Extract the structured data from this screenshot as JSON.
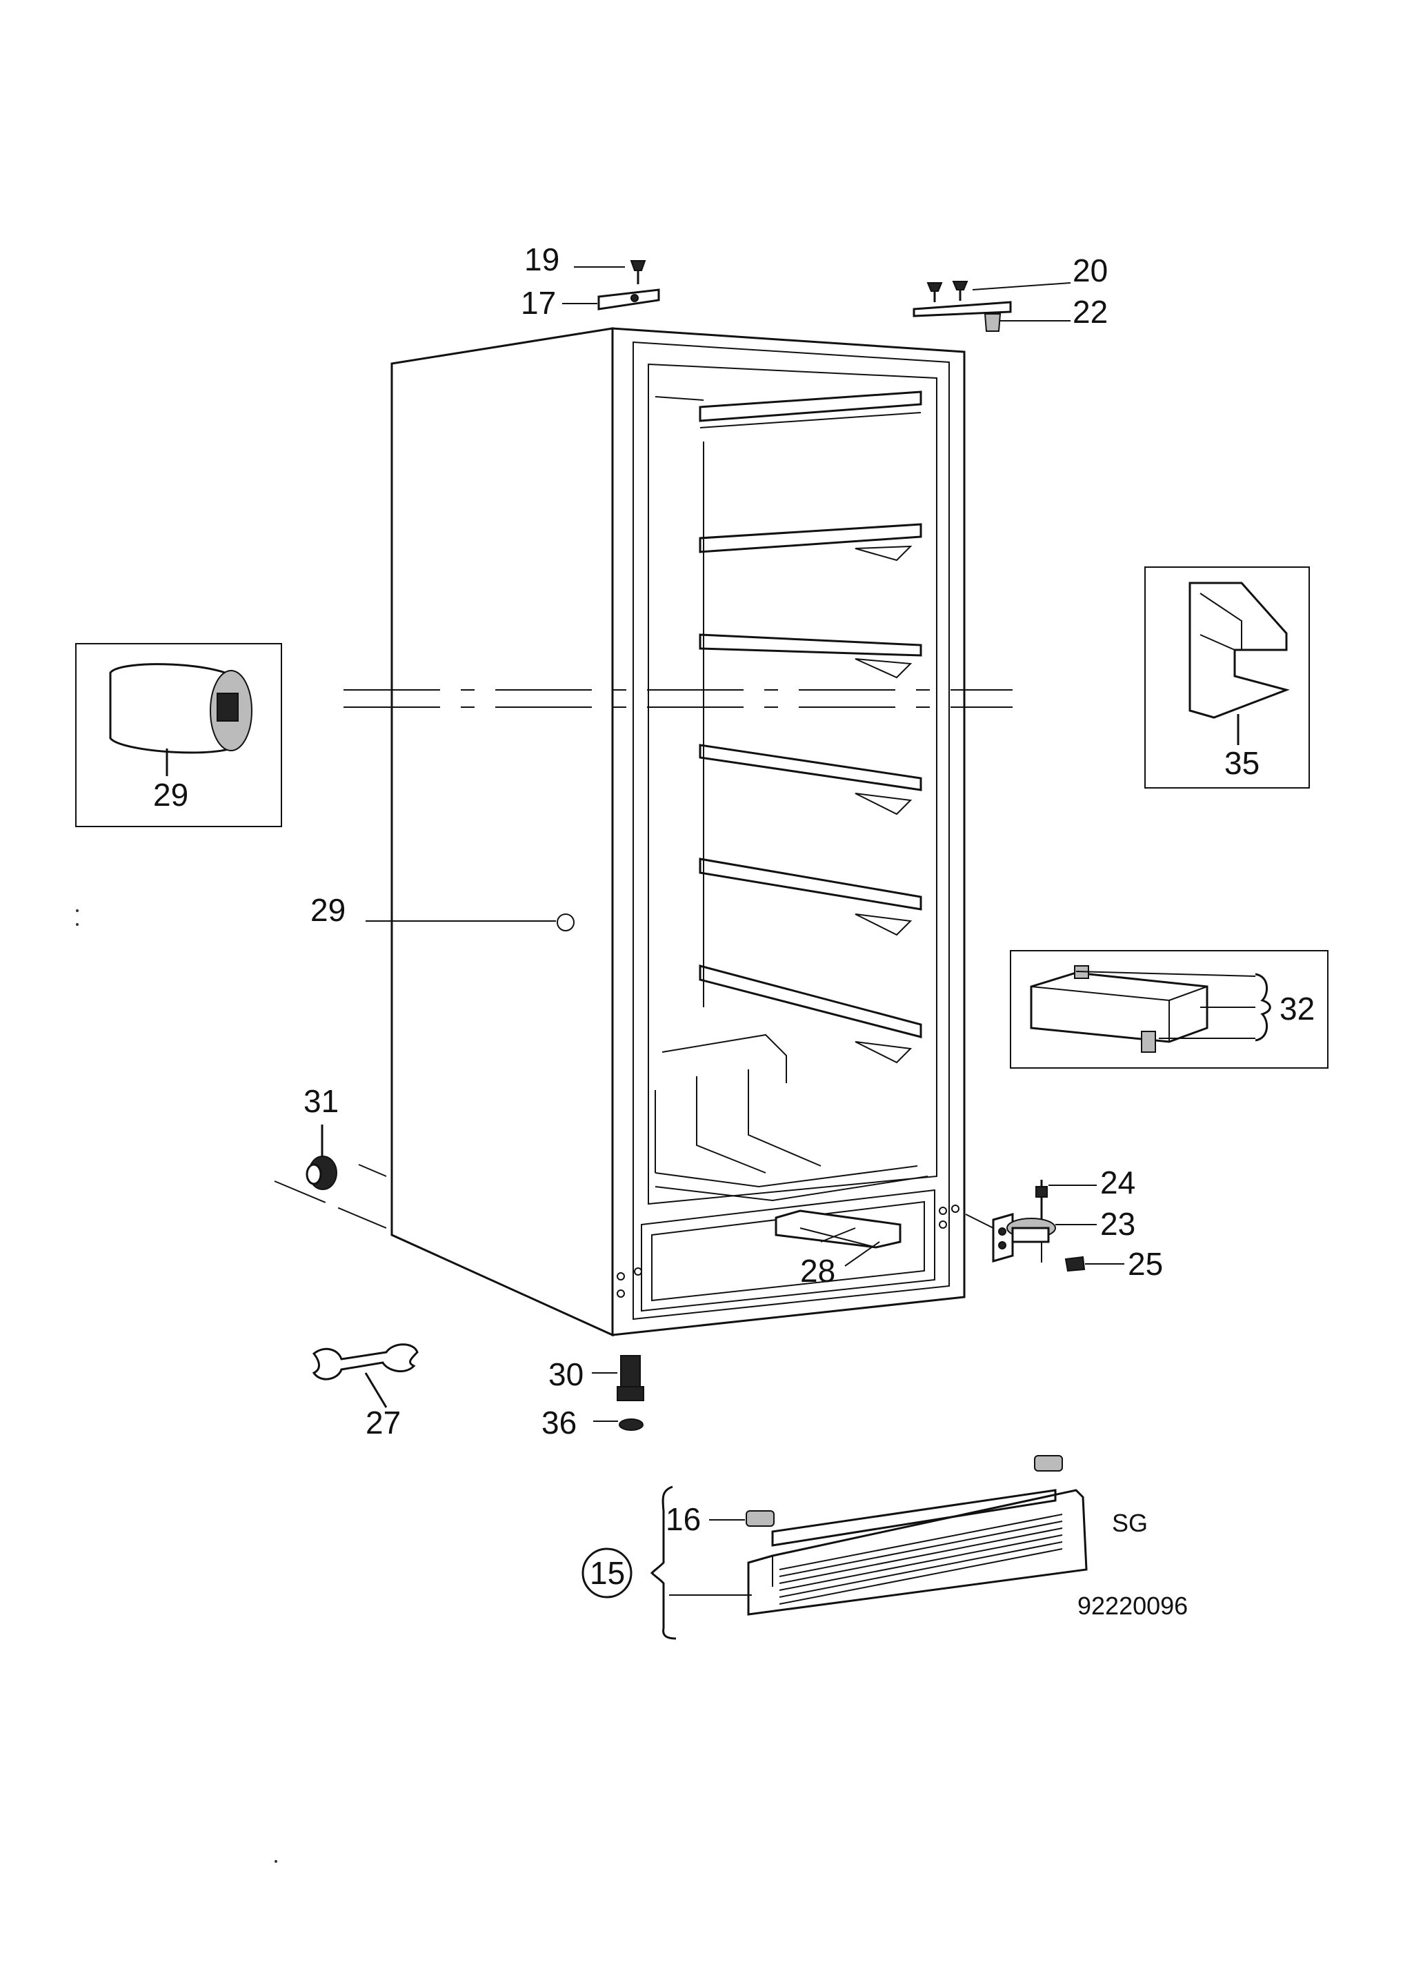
{
  "callouts": {
    "c15": "15",
    "c16": "16",
    "c17": "17",
    "c19": "19",
    "c20": "20",
    "c22": "22",
    "c23": "23",
    "c24": "24",
    "c25": "25",
    "c27": "27",
    "c28": "28",
    "c29_detail": "29",
    "c29_body": "29",
    "c30": "30",
    "c31": "31",
    "c32": "32",
    "c35": "35",
    "c36": "36"
  },
  "variant_code": "SG",
  "drawing_number": "92220096"
}
